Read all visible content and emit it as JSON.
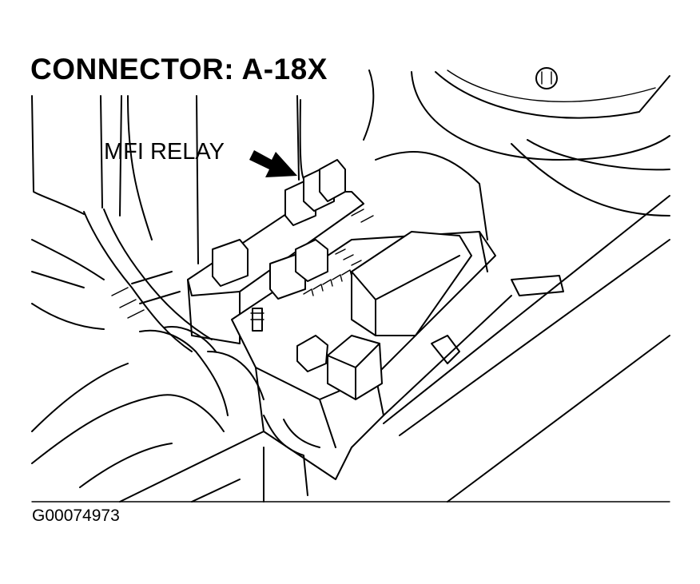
{
  "diagram": {
    "title": "CONNECTOR: A-18X",
    "callout_label": "MFI RELAY",
    "figure_id": "G00074973"
  }
}
